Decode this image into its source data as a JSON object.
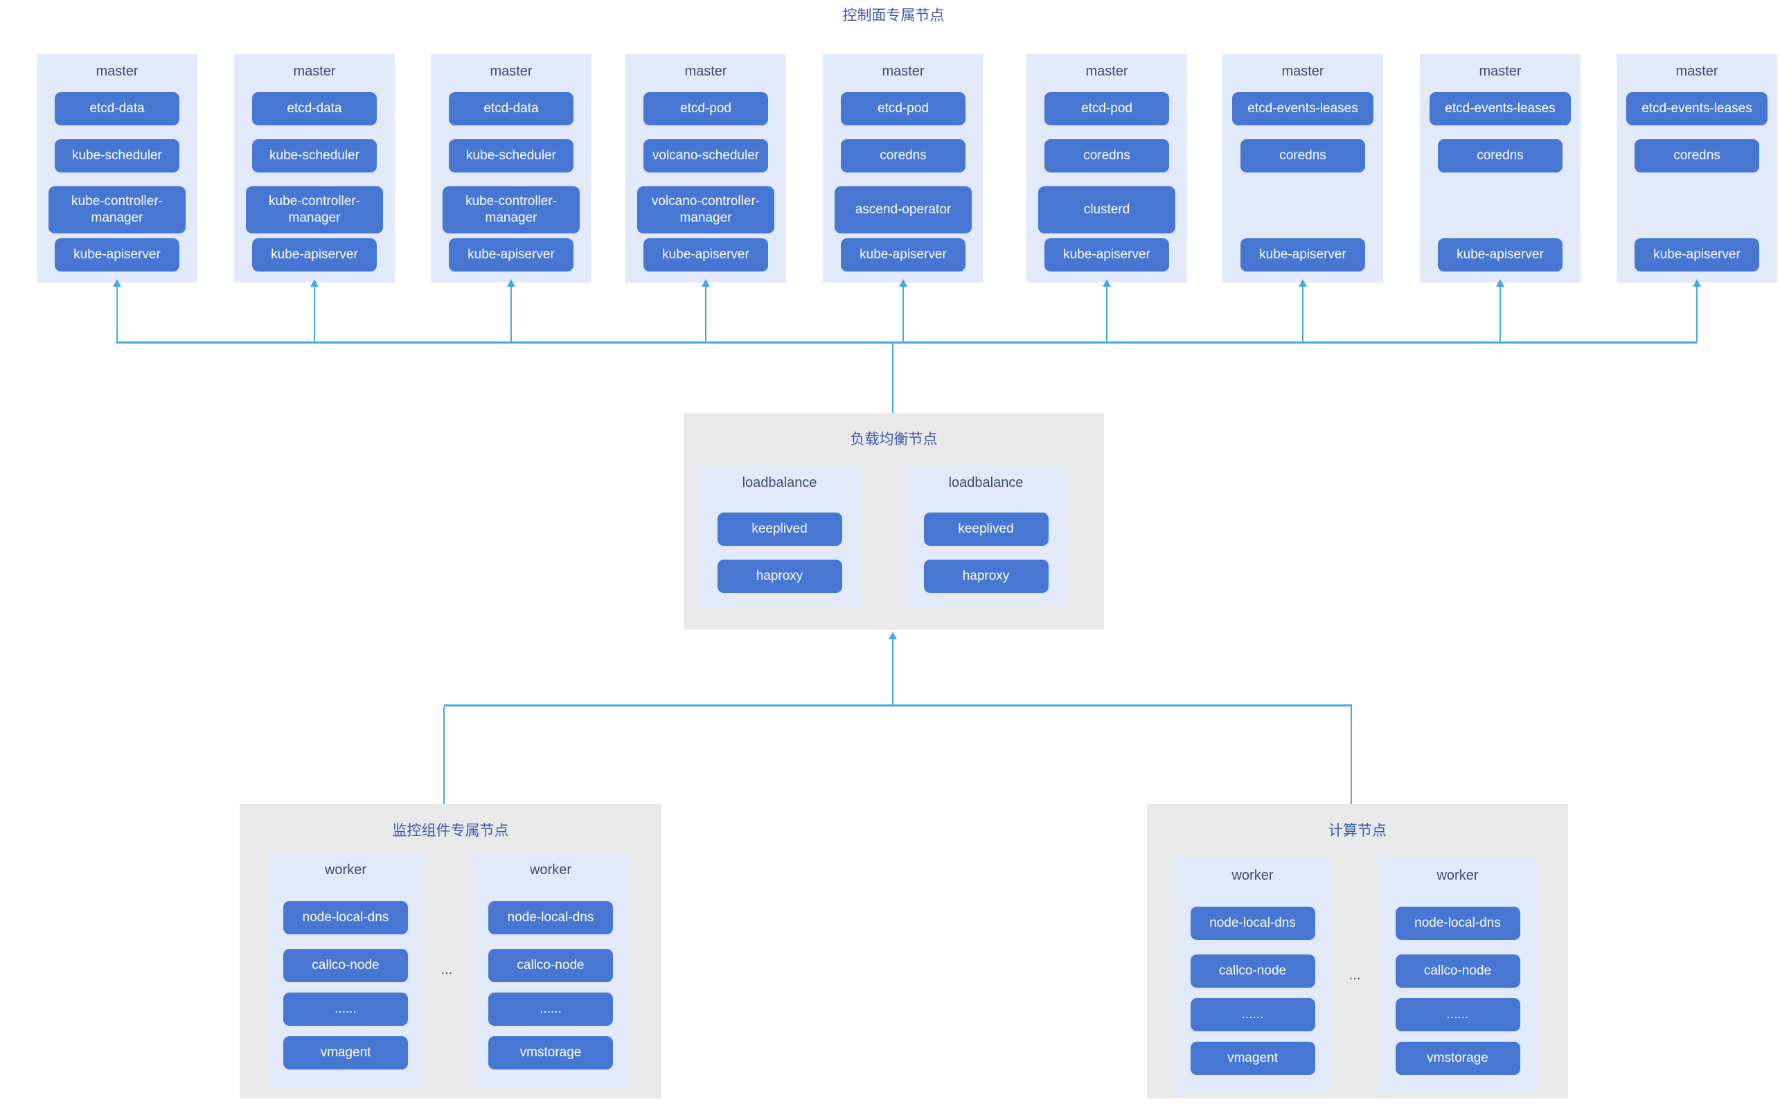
{
  "control_plane": {
    "title": "控制面专属节点",
    "columns": [
      {
        "label": "master",
        "components": [
          "etcd-data",
          "kube-scheduler",
          "kube-controller-manager",
          "kube-apiserver"
        ]
      },
      {
        "label": "master",
        "components": [
          "etcd-data",
          "kube-scheduler",
          "kube-controller-manager",
          "kube-apiserver"
        ]
      },
      {
        "label": "master",
        "components": [
          "etcd-data",
          "kube-scheduler",
          "kube-controller-manager",
          "kube-apiserver"
        ]
      },
      {
        "label": "master",
        "components": [
          "etcd-pod",
          "volcano-scheduler",
          "volcano-controller-manager",
          "kube-apiserver"
        ]
      },
      {
        "label": "master",
        "components": [
          "etcd-pod",
          "coredns",
          "ascend-operator",
          "kube-apiserver"
        ]
      },
      {
        "label": "master",
        "components": [
          "etcd-pod",
          "coredns",
          "clusterd",
          "kube-apiserver"
        ]
      },
      {
        "label": "master",
        "components": [
          "etcd-events-leases",
          "coredns",
          "kube-apiserver"
        ]
      },
      {
        "label": "master",
        "components": [
          "etcd-events-leases",
          "coredns",
          "kube-apiserver"
        ]
      },
      {
        "label": "master",
        "components": [
          "etcd-events-leases",
          "coredns",
          "kube-apiserver"
        ]
      }
    ]
  },
  "loadbalancer": {
    "title": "负载均衡节点",
    "nodes": [
      {
        "label": "loadbalance",
        "components": [
          "keeplived",
          "haproxy"
        ]
      },
      {
        "label": "loadbalance",
        "components": [
          "keeplived",
          "haproxy"
        ]
      }
    ]
  },
  "monitoring": {
    "title": "监控组件专属节点",
    "separator": "...",
    "nodes": [
      {
        "label": "worker",
        "components": [
          "node-local-dns",
          "callco-node",
          "......",
          "vmagent"
        ]
      },
      {
        "label": "worker",
        "components": [
          "node-local-dns",
          "callco-node",
          "......",
          "vmstorage"
        ]
      }
    ]
  },
  "compute": {
    "title": "计算节点",
    "separator": "...",
    "nodes": [
      {
        "label": "worker",
        "components": [
          "node-local-dns",
          "callco-node",
          "......",
          "vmagent"
        ]
      },
      {
        "label": "worker",
        "components": [
          "node-local-dns",
          "callco-node",
          "......",
          "vmstorage"
        ]
      }
    ]
  },
  "colors": {
    "component_blue": "#4777d2",
    "node_background": "#e2e9f9",
    "section_background": "#e9e9ea",
    "connector": "#45aae3",
    "section_title_text": "#3d5ba6",
    "node_label_text": "#3e4d6f",
    "component_text": "#ffffff"
  }
}
